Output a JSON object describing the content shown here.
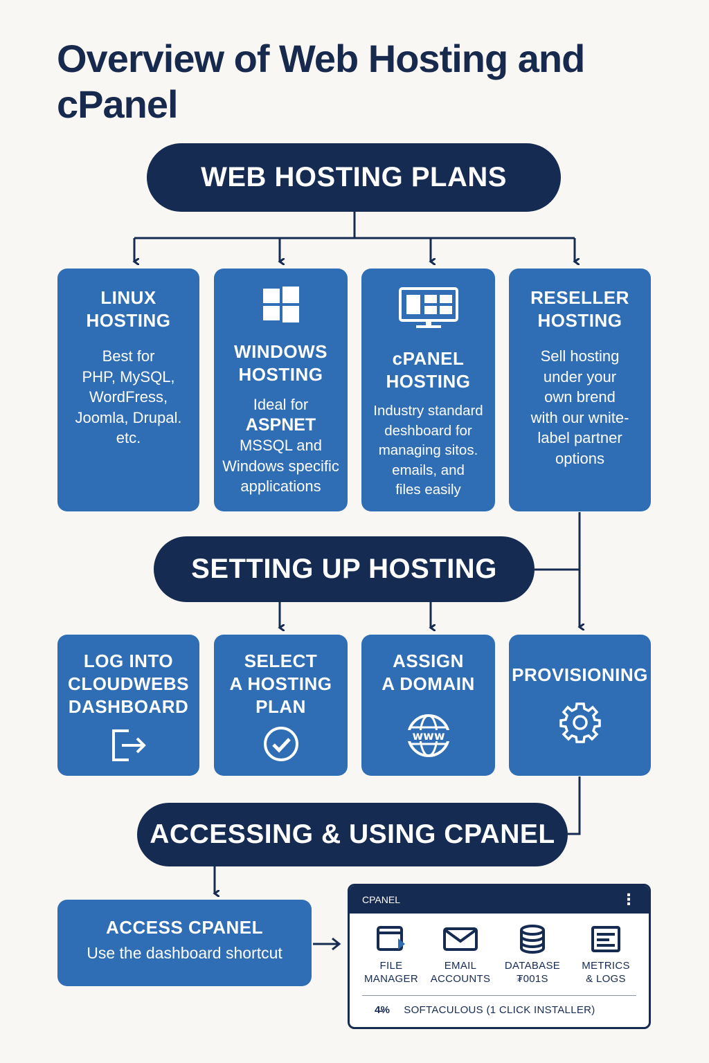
{
  "title": "Overview of Web Hosting and cPanel",
  "sections": {
    "plans": "WEB HOSTING PLANS",
    "setup": "SETTING UP HOSTING",
    "cpanel": "ACCESSING & USING CPANEL"
  },
  "plans": [
    {
      "title_line1": "LINUX",
      "title_line2": "HOSTING",
      "desc": [
        "Best for",
        "PHP, MySQL,",
        "WordFress,",
        "Joomla, Drupal.",
        "etc."
      ]
    },
    {
      "title_line1": "WINDOWS",
      "title_line2": "HOSTING",
      "icon": "windows-icon",
      "desc_line1": "Ideal for",
      "desc_strong": "ASPNET",
      "desc_rest": [
        "MSSQL and",
        "Windows specific",
        "applications"
      ]
    },
    {
      "title_line1": "cPANEL",
      "title_line2": "HOSTING",
      "icon": "dashboard-monitor-icon",
      "desc": [
        "Industry standard",
        "deshboard for",
        "managing sitos.",
        "emails, and",
        "files easily"
      ]
    },
    {
      "title_line1": "RESELLER",
      "title_line2": "HOSTING",
      "desc": [
        "Sell hosting",
        "under your",
        "own brend",
        "with our wnite-",
        "label partner",
        "options"
      ]
    }
  ],
  "setup_steps": [
    {
      "lines": [
        "LOG INTO",
        "CLOUDWEBS",
        "DASHBOARD"
      ],
      "icon": "login-icon"
    },
    {
      "lines": [
        "SELECT",
        "A HOSTING",
        "PLAN"
      ],
      "icon": "check-circle-icon"
    },
    {
      "lines": [
        "ASSIGN",
        "A DOMAIN"
      ],
      "icon": "www-globe-icon"
    },
    {
      "lines": [
        "PROVISIONING"
      ],
      "icon": "gear-icon"
    }
  ],
  "access": {
    "title": "ACCESS CPANEL",
    "desc": "Use the dashboard shortcut"
  },
  "cpanel_panel": {
    "header": "CPANEL",
    "menu_glyph": "⋮",
    "tools": [
      {
        "line1": "FILE",
        "line2": "MANAGER",
        "icon": "file-manager-icon"
      },
      {
        "line1": "EMAIL",
        "line2": "ACCOUNTS",
        "icon": "mail-icon"
      },
      {
        "line1": "DATABASE",
        "line2": "₮001S",
        "icon": "database-icon"
      },
      {
        "line1": "METRICS",
        "line2": "& LOGS",
        "icon": "logs-icon"
      }
    ],
    "footer_glyph": "4̶%",
    "footer_text": "SOFTACULOUS (1 CLICK INSTALLER)"
  },
  "colors": {
    "navy": "#162b51",
    "blue": "#2f6db5",
    "background": "#f8f7f3"
  }
}
